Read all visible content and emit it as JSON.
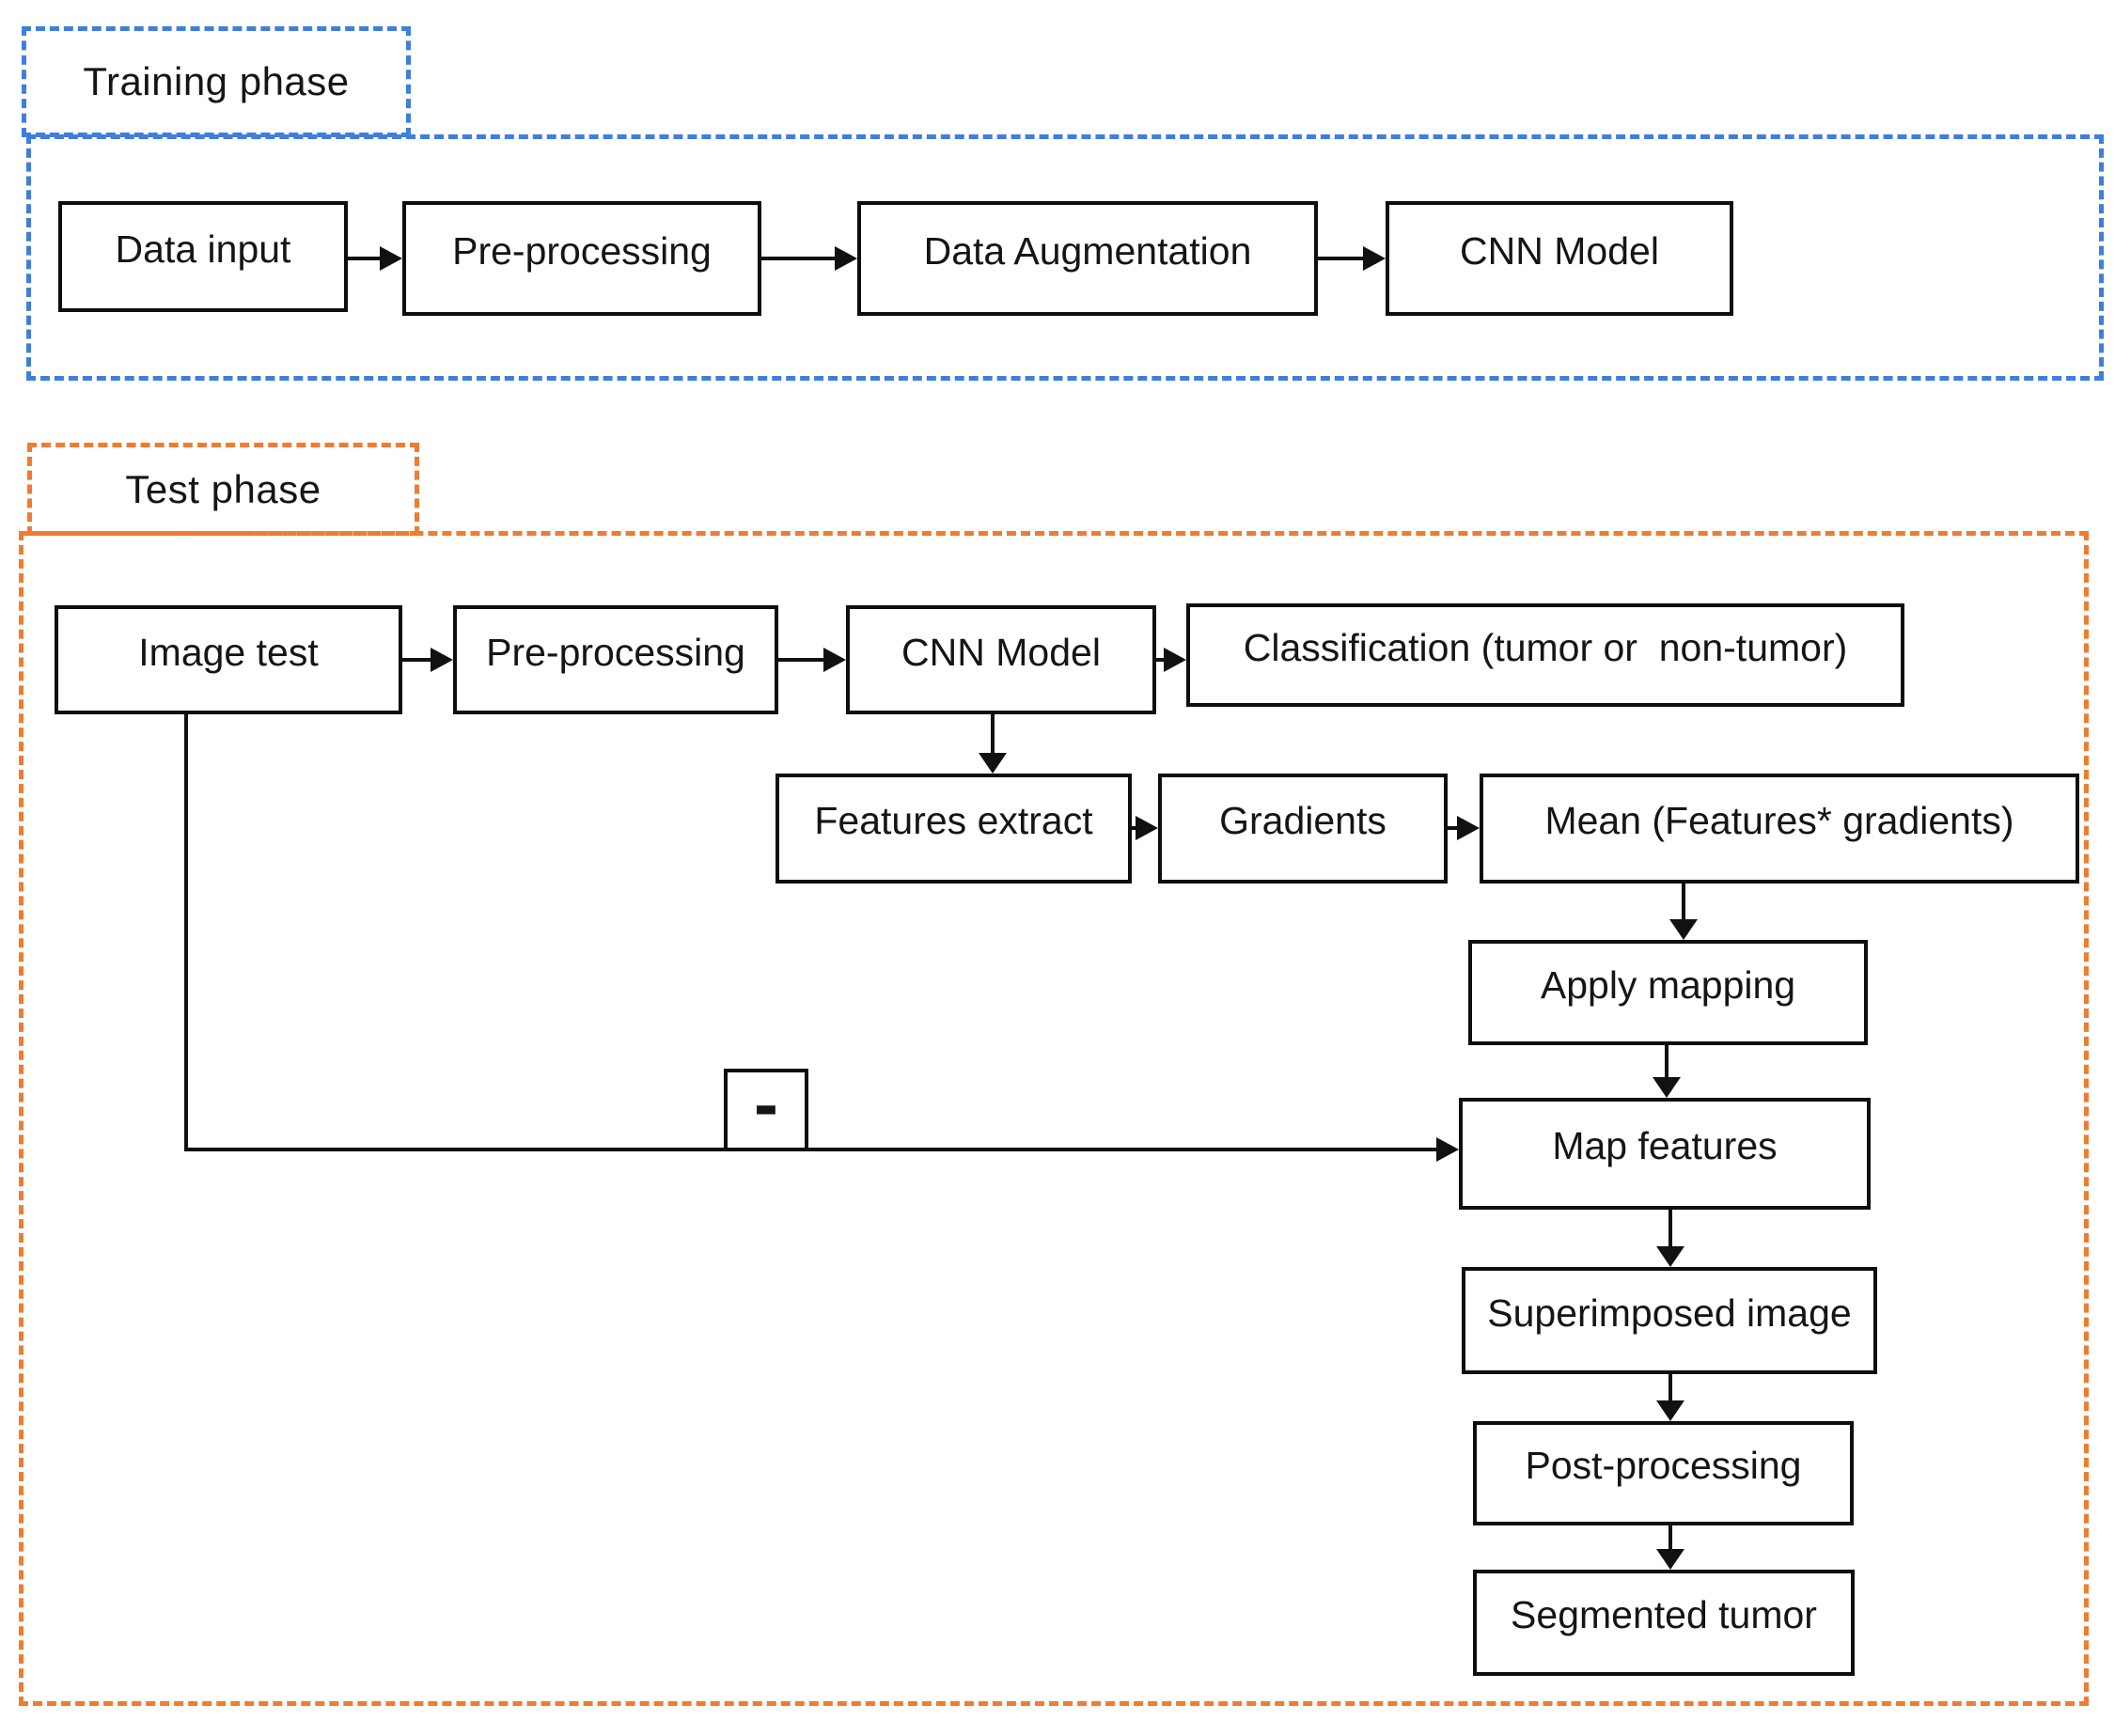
{
  "phases": {
    "training": {
      "label": "Training phase",
      "nodes": {
        "data_input": "Data input",
        "pre_processing": "Pre-processing",
        "data_augmentation": "Data Augmentation",
        "cnn_model": "CNN Model"
      }
    },
    "test": {
      "label": "Test phase",
      "nodes": {
        "image_test": "Image test",
        "pre_processing": "Pre-processing",
        "cnn_model": "CNN Model",
        "classification": "Classification (tumor or  non-tumor)",
        "features_extract": "Features extract",
        "gradients": "Gradients",
        "mean_features_gradients": "Mean (Features* gradients)",
        "apply_mapping": "Apply mapping",
        "map_features": "Map features",
        "superimposed_image": "Superimposed image",
        "post_processing": "Post-processing",
        "segmented_tumor": "Segmented tumor"
      },
      "subtract_operator": "-"
    }
  },
  "colors": {
    "training_dash": "#3e7ede",
    "test_dash": "#ed7d31",
    "node_border": "#0e0e0e",
    "connector": "#111111",
    "text": "#151515"
  }
}
